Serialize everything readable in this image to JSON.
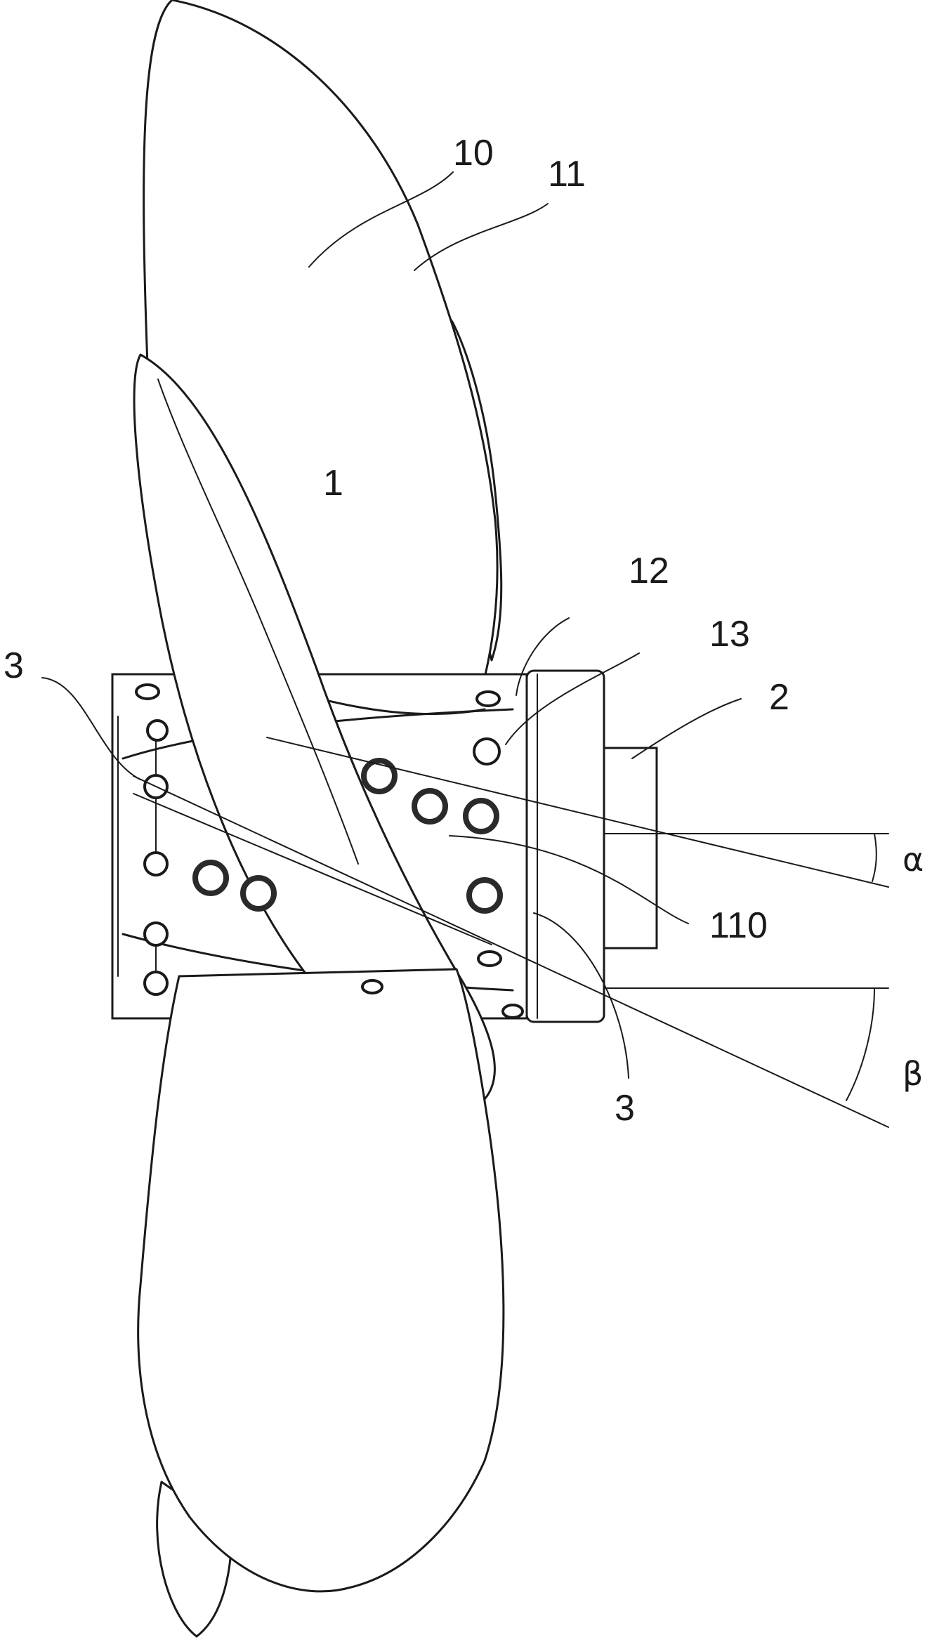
{
  "figure": {
    "labels": {
      "blade_tip": "10",
      "leading_edge": "11",
      "blade": "1",
      "root_edge": "12",
      "opening": "13",
      "hub_end": "2",
      "surface": "110",
      "connector_left": "3",
      "connector_bottom": "3",
      "angle_alpha": "α",
      "angle_beta": "β"
    }
  }
}
